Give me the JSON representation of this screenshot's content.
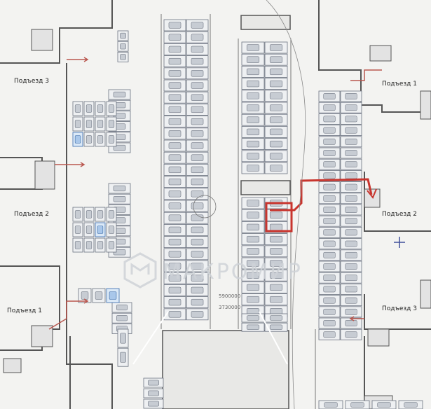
{
  "plan": {
    "entrances": [
      {
        "label": "Подъезд 3"
      },
      {
        "label": "Подъезд 2"
      },
      {
        "label": "Подъезд 1"
      },
      {
        "label": "Подъезд 1"
      },
      {
        "label": "Подъезд 2"
      },
      {
        "label": "Подъезд 3"
      }
    ],
    "watermark": "МАКРОМИР",
    "handwritten": [
      "5900000",
      "3730000"
    ],
    "colors": {
      "route": "#c8352e",
      "highlight": "#c8352e",
      "slot_blue": "#4a78b5"
    }
  }
}
